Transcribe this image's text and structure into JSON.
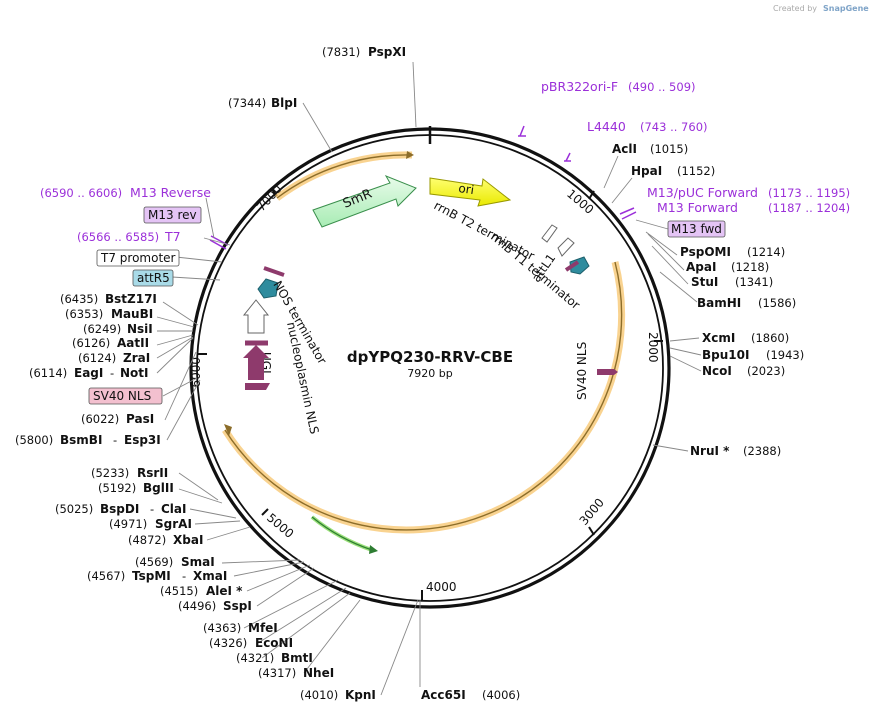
{
  "credit": {
    "prefix": "Created by",
    "brand": "SnapGene"
  },
  "plasmid": {
    "name": "dpYPQ230-RRV-CBE",
    "size": "7920 bp"
  },
  "ticks": [
    "1000",
    "2000",
    "3000",
    "4000",
    "5000",
    "6000",
    "7000"
  ],
  "enzymes": [
    {
      "name": "PspXI",
      "pos": "(7831)"
    },
    {
      "name": "BlpI",
      "pos": "(7344)"
    },
    {
      "name": "AclI",
      "pos": "(1015)"
    },
    {
      "name": "HpaI",
      "pos": "(1152)"
    },
    {
      "name": "PspOMI",
      "pos": "(1214)"
    },
    {
      "name": "ApaI",
      "pos": "(1218)"
    },
    {
      "name": "StuI",
      "pos": "(1341)"
    },
    {
      "name": "BamHI",
      "pos": "(1586)"
    },
    {
      "name": "XcmI",
      "pos": "(1860)"
    },
    {
      "name": "Bpu10I",
      "pos": "(1943)"
    },
    {
      "name": "NcoI",
      "pos": "(2023)"
    },
    {
      "name": "NruI *",
      "pos": "(2388)"
    },
    {
      "name": "BstZ17I",
      "pos": "(6435)"
    },
    {
      "name": "MauBI",
      "pos": "(6353)"
    },
    {
      "name": "NsiI",
      "pos": "(6249)"
    },
    {
      "name": "AatII",
      "pos": "(6126)"
    },
    {
      "name": "ZraI",
      "pos": "(6124)"
    },
    {
      "name": "EagI",
      "pos": "(6114)"
    },
    {
      "name": "NotI",
      "pos": ""
    },
    {
      "name": "PasI",
      "pos": "(6022)"
    },
    {
      "name": "BsmBI",
      "pos": "(5800)"
    },
    {
      "name": "Esp3I",
      "pos": ""
    },
    {
      "name": "RsrII",
      "pos": "(5233)"
    },
    {
      "name": "BglII",
      "pos": "(5192)"
    },
    {
      "name": "BspDI",
      "pos": "(5025)"
    },
    {
      "name": "ClaI",
      "pos": ""
    },
    {
      "name": "SgrAI",
      "pos": "(4971)"
    },
    {
      "name": "XbaI",
      "pos": "(4872)"
    },
    {
      "name": "SmaI",
      "pos": "(4569)"
    },
    {
      "name": "TspMI",
      "pos": "(4567)"
    },
    {
      "name": "XmaI",
      "pos": ""
    },
    {
      "name": "AleI *",
      "pos": "(4515)"
    },
    {
      "name": "SspI",
      "pos": "(4496)"
    },
    {
      "name": "MfeI",
      "pos": "(4363)"
    },
    {
      "name": "EcoNI",
      "pos": "(4326)"
    },
    {
      "name": "BmtI",
      "pos": "(4321)"
    },
    {
      "name": "NheI",
      "pos": "(4317)"
    },
    {
      "name": "KpnI",
      "pos": "(4010)"
    },
    {
      "name": "Acc65I",
      "pos": "(4006)"
    }
  ],
  "primers": [
    {
      "name": "pBR322ori-F",
      "range": "(490 .. 509)"
    },
    {
      "name": "L4440",
      "range": "(743 .. 760)"
    },
    {
      "name": "M13/pUC Forward",
      "range": "(1173 .. 1195)"
    },
    {
      "name": "M13 Forward",
      "range": "(1187 .. 1204)"
    },
    {
      "name": "M13 Reverse",
      "range": "(6590 .. 6606)"
    },
    {
      "name": "T7",
      "range": "(6566 .. 6585)"
    }
  ],
  "boxed_features": {
    "m13_fwd": "M13 fwd",
    "m13_rev": "M13 rev",
    "t7_promoter": "T7 promoter",
    "attR5": "attR5",
    "sv40_nls": "SV40 NLS"
  },
  "features": {
    "smr": "SmR",
    "ori": "ori",
    "rrnb_t2": "rrnB T2 terminator",
    "rrnb_t1": "rrnB T1 terminator",
    "attl1": "attL1",
    "sv40_nls_inner": "SV40 NLS",
    "nos_terminator": "NOS terminator",
    "ugi": "UGI",
    "nucleoplasmin_nls": "nucleoplasmin NLS"
  },
  "colors": {
    "smr": "#c9f7d1",
    "ori": "#ffff00",
    "cds": "#f7c46b",
    "dna": "#2e7d32",
    "primer": "#9b30d9",
    "attsite": "#2f8c9e",
    "nls": "#8e3a6c",
    "m13box": "#e4c4f5",
    "attr5box": "#a9dbe8",
    "sv40box": "#f3c0cf"
  }
}
